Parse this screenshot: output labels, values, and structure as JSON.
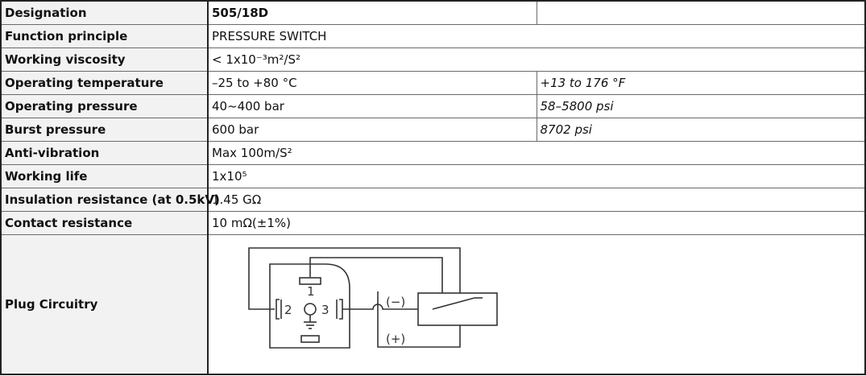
{
  "rows": [
    {
      "label": "Designation",
      "value": "505/18D"
    },
    {
      "label": "Function principle",
      "value": "PRESSURE SWITCH"
    },
    {
      "label": "Working viscosity",
      "value": "< 1x10⁻³m²/S²"
    },
    {
      "label": "Operating temperature",
      "metric": "–25 to +80 °C",
      "imperial": "+13 to 176 °F"
    },
    {
      "label": "Operating pressure",
      "metric": "40~400 bar",
      "imperial": "58–5800 psi"
    },
    {
      "label": "Burst pressure",
      "metric": "600 bar",
      "imperial": "8702 psi"
    },
    {
      "label": "Anti-vibration",
      "value": "Max 100m/S²"
    },
    {
      "label": "Working life",
      "value": "1x10⁵"
    },
    {
      "label": "Insulation resistance (at 0.5kV)",
      "value": "1.45 GΩ"
    },
    {
      "label": "Contact resistance",
      "value": "10 mΩ(±1%)"
    },
    {
      "label": "Plug Circuitry"
    }
  ],
  "diagram": {
    "pin_labels": [
      "1",
      "2",
      "3"
    ],
    "terminal_labels": [
      "(−)",
      "(+)"
    ],
    "icons": [
      "connector-plug-icon",
      "ground-symbol-icon",
      "switch-contact-icon"
    ]
  }
}
